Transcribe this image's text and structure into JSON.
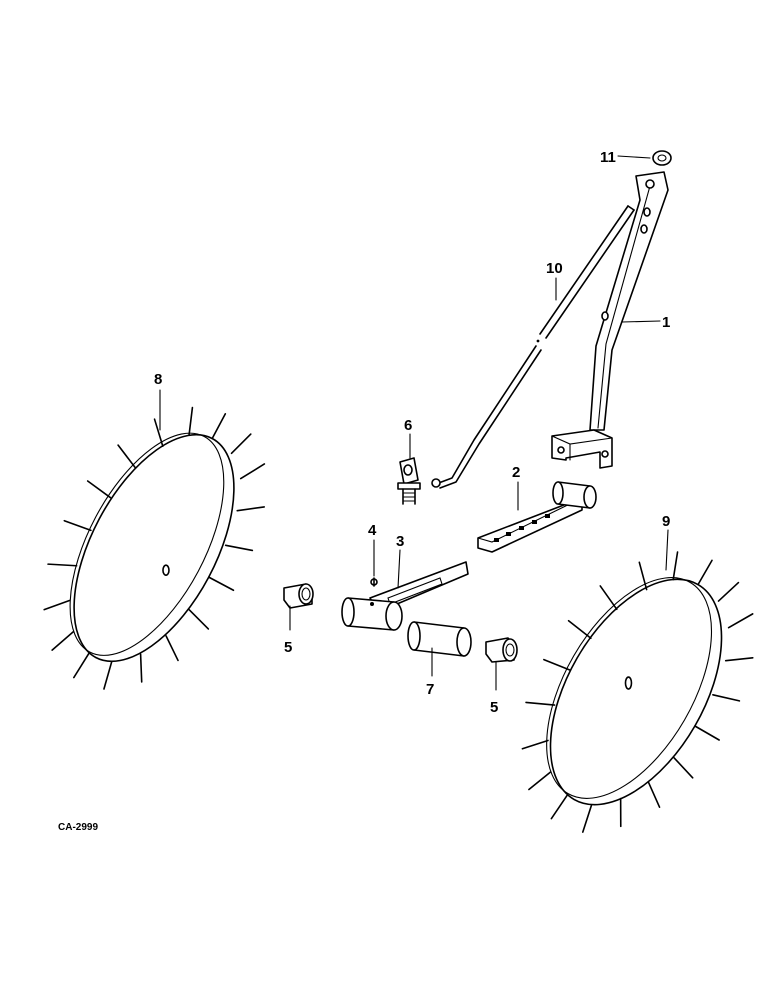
{
  "figure_code": "CA-2999",
  "callouts": {
    "c1": "1",
    "c2": "2",
    "c3": "3",
    "c4": "4",
    "c5a": "5",
    "c5b": "5",
    "c6": "6",
    "c7": "7",
    "c8": "8",
    "c9": "9",
    "c10": "10",
    "c11": "11"
  }
}
